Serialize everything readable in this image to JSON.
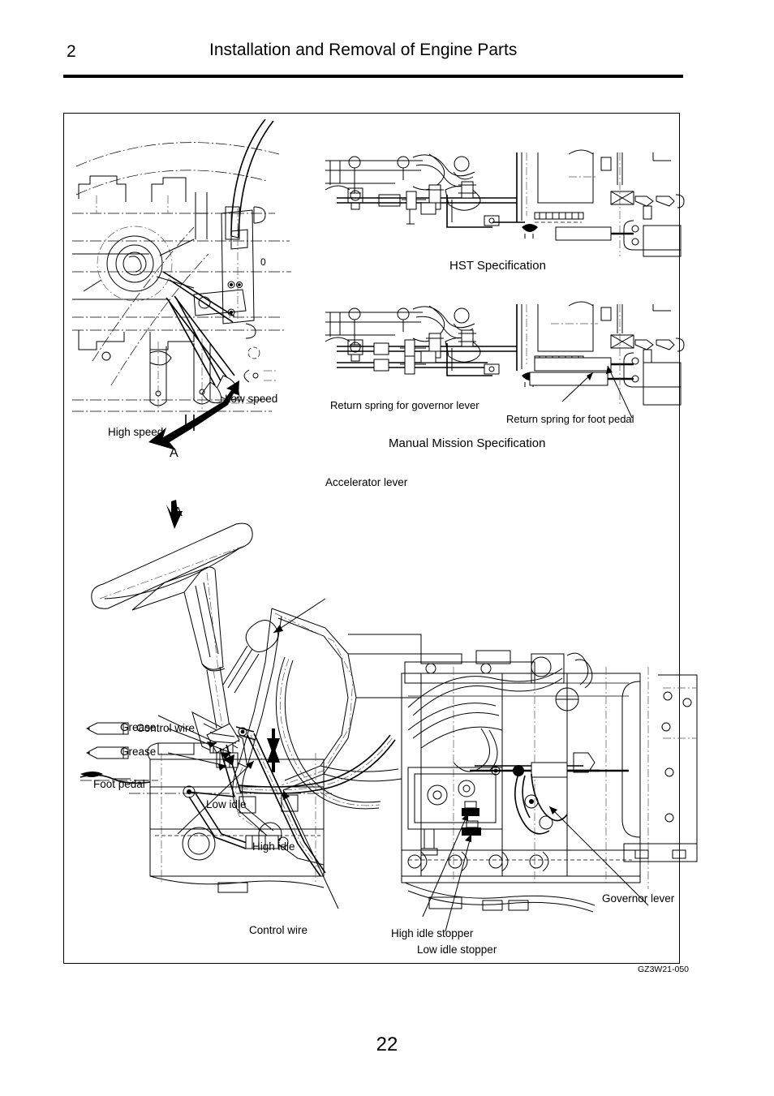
{
  "header": {
    "chapter_number": "2",
    "title": "Installation and Removal of Engine Parts"
  },
  "footer": {
    "page_number": "22"
  },
  "figure": {
    "code": "GZ3W21-050",
    "detail_a": {
      "low_speed_label": "Low speed",
      "high_speed_label": "High speed",
      "view_letter": "A"
    },
    "hst": {
      "caption": "HST Specification"
    },
    "manual_mission": {
      "caption": "Manual Mission Specification",
      "callout_governor_spring": "Return spring for governor lever",
      "callout_pedal_spring": "Return spring for foot pedal"
    },
    "main_view": {
      "view_arrow_letter": "A",
      "accelerator_lever": "Accelerator lever",
      "grease_1": "Grease",
      "grease_2": "Grease",
      "control_wire_upper": "Control wire",
      "control_wire_lower": "Control wire",
      "foot_pedal": "Foot pedal",
      "low_idle": "Low idle",
      "high_idle": "High idle",
      "high_idle_stopper": "High idle stopper",
      "low_idle_stopper": "Low idle stopper",
      "governor_lever": "Governor lever"
    }
  },
  "icons": {
    "grease_gun": "grease-gun-icon",
    "view_arrow": "view-direction-arrow-icon",
    "double_arrow": "double-headed-arrow-icon"
  },
  "colors": {
    "ink": "#000000",
    "paper": "#ffffff",
    "thin_rule": "#555555"
  }
}
